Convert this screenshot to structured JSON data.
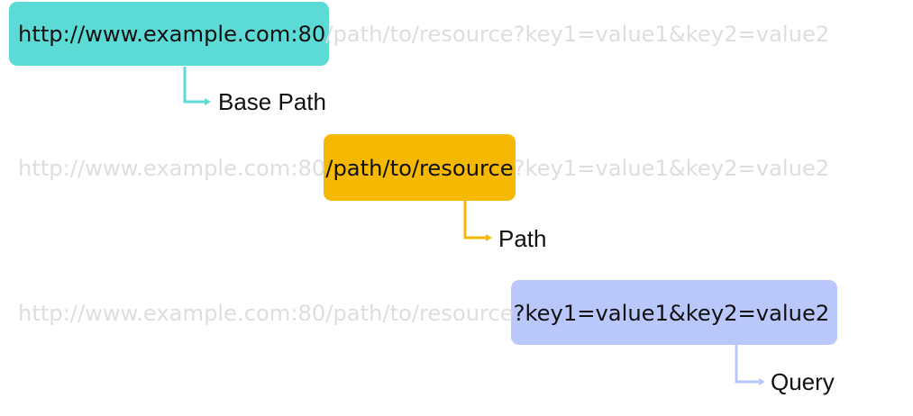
{
  "url": {
    "base": "http://www.example.com:80",
    "path": "/path/to/resource",
    "query": "?key1=value1&key2=value2"
  },
  "labels": {
    "base_path": "Base Path",
    "path": "Path",
    "query": "Query"
  },
  "colors": {
    "base": "#5cdbd6",
    "path": "#f5b904",
    "query": "#b9c7fb",
    "faded_text": "#dedede",
    "text": "#111111"
  }
}
